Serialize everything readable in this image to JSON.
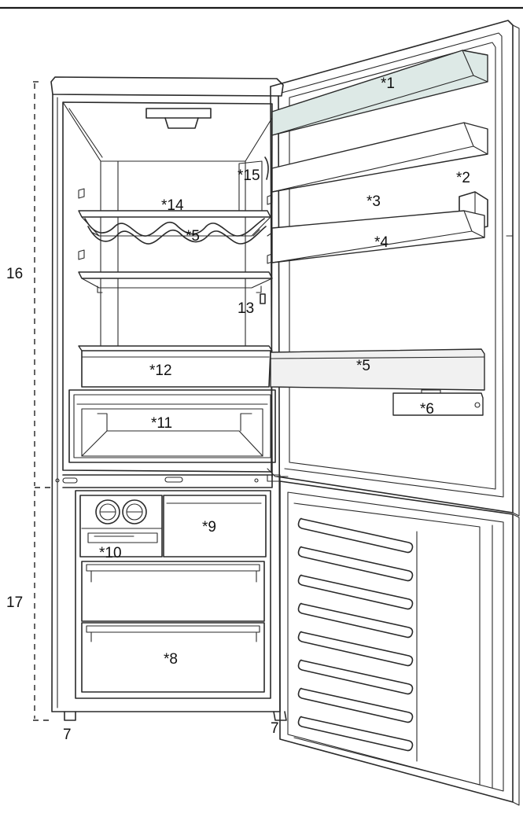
{
  "colors": {
    "line": "#2a2a2a",
    "door_bin_tint": "#dde9e6",
    "background": "#ffffff"
  },
  "labels": {
    "l1": "*1",
    "l2": "*2",
    "l3": "*3",
    "l4": "*4",
    "l5_door": "*5",
    "l5_rack": "*5",
    "l6": "*6",
    "l7_left": "7",
    "l7_right": "7",
    "l8": "*8",
    "l9": "*9",
    "l10": "*10",
    "l11": "*11",
    "l12": "*12",
    "l13": "13",
    "l14": "*14",
    "l15": "*15",
    "l16": "16",
    "l17": "17"
  }
}
